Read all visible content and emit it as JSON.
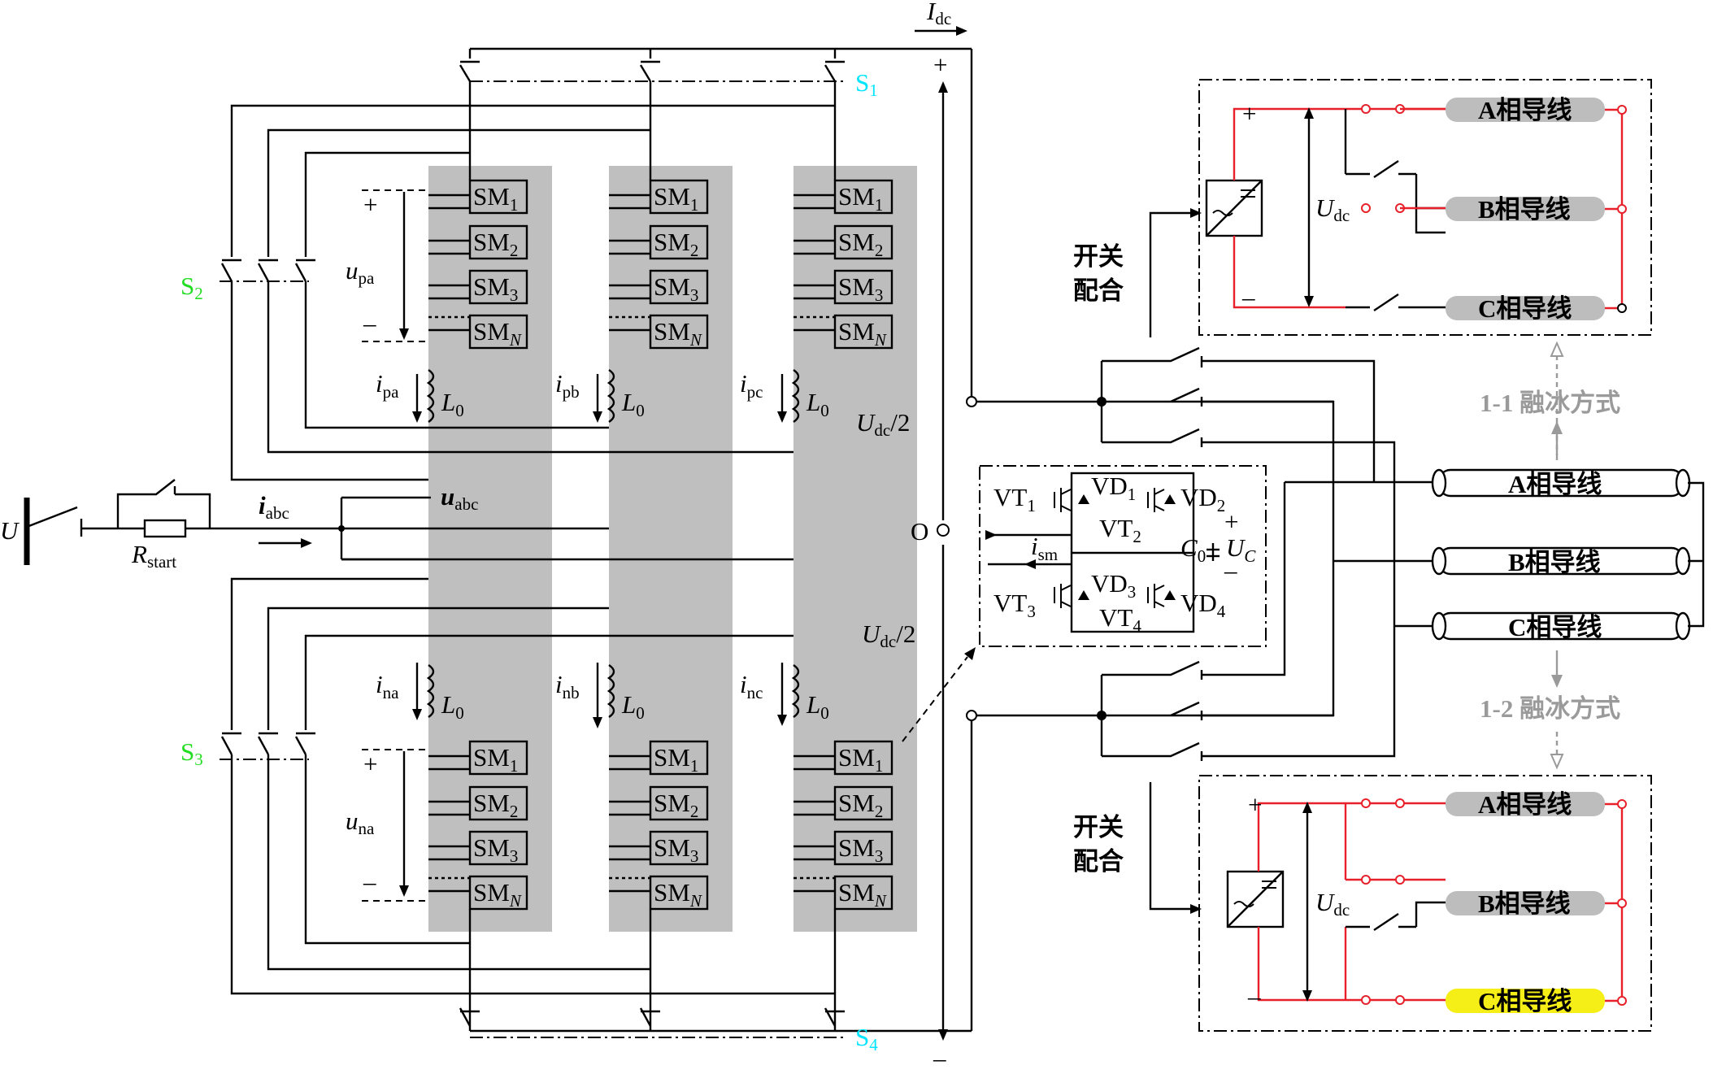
{
  "labels": {
    "U": "U",
    "R": "R",
    "R_sub": "start",
    "i_abc": "i",
    "i_abc_sub": "abc",
    "u_abc": "u",
    "u_abc_sub": "abc",
    "I_dc": "I",
    "I_dc_sub": "dc",
    "plus": "+",
    "minus": "−",
    "minus2": "–",
    "O": "O",
    "udc_half": "U",
    "udc_half_sub": "dc",
    "udc_half_tail": "/2",
    "u_pa": "u",
    "u_pa_sub": "pa",
    "u_na": "u",
    "u_na_sub": "na",
    "L0": "L",
    "L0_sub": "0",
    "i_pa": "i",
    "i_pa_sub": "pa",
    "i_pb": "i",
    "i_pb_sub": "pb",
    "i_pc": "i",
    "i_pc_sub": "pc",
    "i_na": "i",
    "i_na_sub": "na",
    "i_nb": "i",
    "i_nb_sub": "nb",
    "i_nc": "i",
    "i_nc_sub": "nc",
    "S1": "S",
    "S1_sub": "1",
    "S2": "S",
    "S2_sub": "2",
    "S3": "S",
    "S3_sub": "3",
    "S4": "S",
    "S4_sub": "4",
    "SM": "SM",
    "SM1": "1",
    "SM2": "2",
    "SM3": "3",
    "SMN": "N",
    "switch_coord_1": "开关",
    "switch_coord_2": "配合",
    "method_11": "1-1 融冰方式",
    "method_12": "1-2 融冰方式",
    "phaseA": "A相导线",
    "phaseB": "B相导线",
    "phaseC": "C相导线",
    "Udc": "U",
    "Udc_sub": "dc",
    "VT": "VT",
    "VD": "VD",
    "n1": "1",
    "n2": "2",
    "n3": "3",
    "n4": "4",
    "C": "C",
    "C_sub": "0",
    "UC": "U",
    "UC_sub": "C",
    "i_sm": "i",
    "i_sm_sub": "sm"
  },
  "colors": {
    "switch_s1_s4": "#00e5ff",
    "switch_s2_s3": "#22dd22",
    "circuit_red": "#e8202a",
    "highlight_yellow": "#f5ee17",
    "arm_gray": "#bfbfbf",
    "annotation_gray": "#9a9a9a"
  }
}
